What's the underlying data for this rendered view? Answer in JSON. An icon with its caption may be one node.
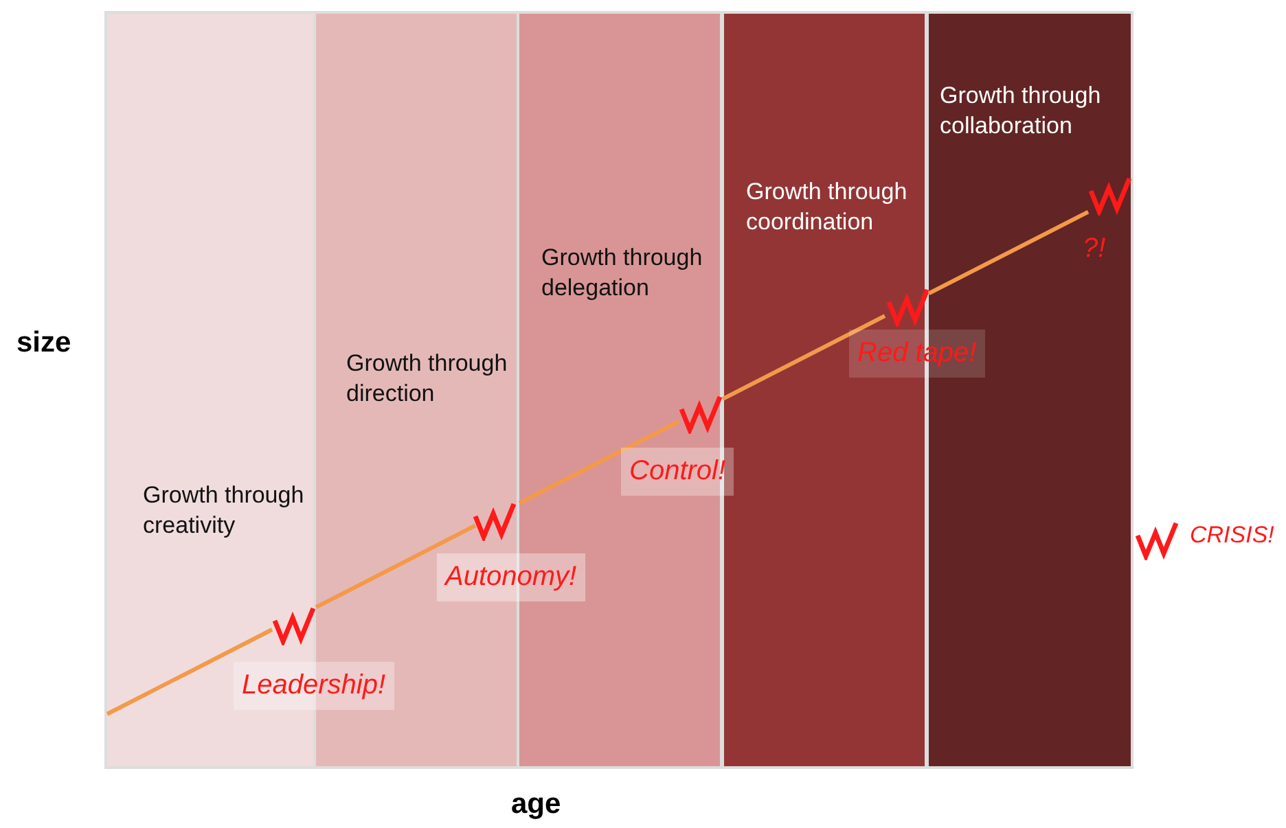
{
  "diagram": {
    "nodes": [
      {
        "text": [
          "Growth through creativity"
        ]
      },
      {
        "text": [
          "Growth through direction"
        ]
      },
      {
        "text": [
          "Growth through delegation"
        ]
      },
      {
        "text": [
          "Growth through coordination"
        ]
      },
      {
        "text": [
          "Growth through collaboration"
        ]
      }
    ],
    "edges": [],
    "labels": [
      "size",
      "age",
      "Leadership!",
      "Autonomy!",
      "Control!",
      "Red tape!",
      "?!"
    ],
    "legend": [
      {
        "text": "CRISIS!"
      }
    ]
  }
}
